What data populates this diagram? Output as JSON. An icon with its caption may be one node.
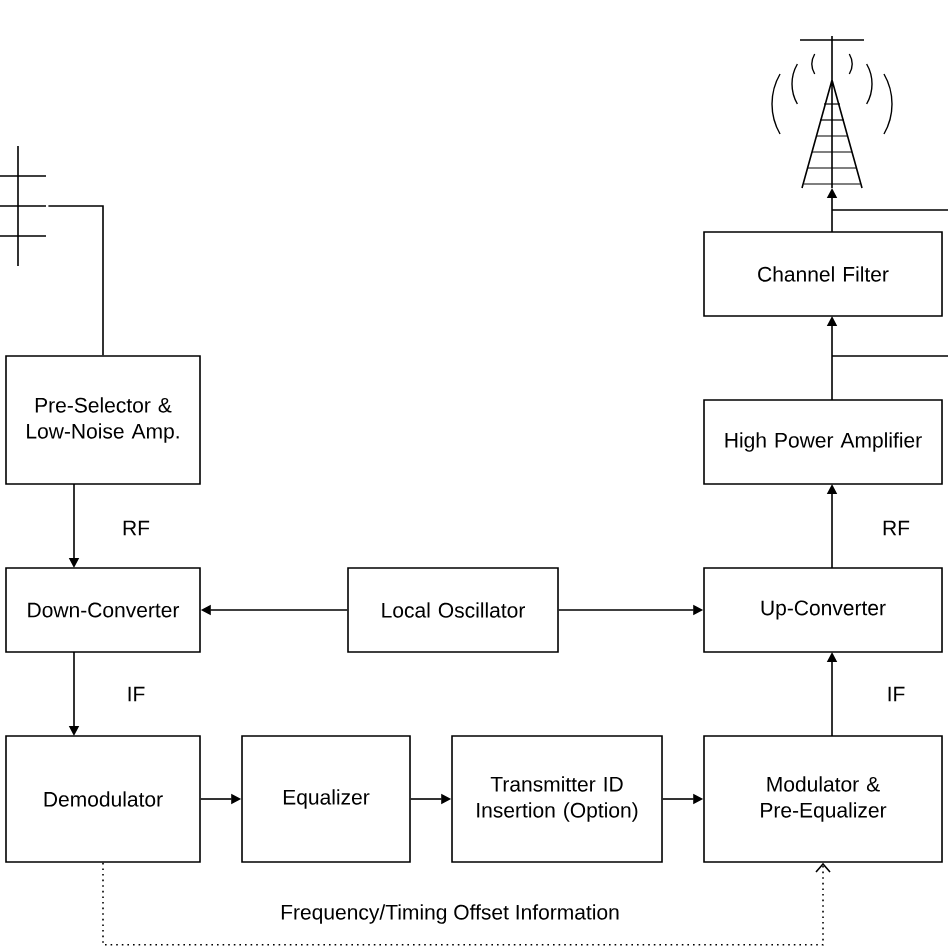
{
  "diagram": {
    "nodes": [
      {
        "text": [],
        "shape": "antenna"
      },
      {
        "text": [
          "Pre-Selector & Low-Noise Amp."
        ]
      },
      {
        "text": [
          "Down-Converter"
        ]
      },
      {
        "text": [
          "Local Oscillator"
        ]
      },
      {
        "text": [
          "Up-Converter"
        ]
      },
      {
        "text": [
          "High Power Amplifier"
        ]
      },
      {
        "text": [
          "Channel Filter"
        ]
      },
      {
        "text": [],
        "shape": "antenna"
      },
      {
        "text": [
          "Demodulator"
        ]
      },
      {
        "text": [
          "Equalizer"
        ]
      },
      {
        "text": [
          "Transmitter ID Insertion (Option)"
        ]
      },
      {
        "text": [
          "Modulator & Pre-Equalizer"
        ]
      }
    ],
    "edges": [
      {
        "from": 0,
        "to": 1,
        "arrow": "none"
      },
      {
        "from": 1,
        "to": 2,
        "arrow": "to",
        "label": "RF"
      },
      {
        "from": 3,
        "to": 2,
        "arrow": "to"
      },
      {
        "from": 3,
        "to": 4,
        "arrow": "to"
      },
      {
        "from": 2,
        "to": 8,
        "arrow": "to",
        "label": "IF"
      },
      {
        "from": 8,
        "to": 9,
        "arrow": "to"
      },
      {
        "from": 9,
        "to": 10,
        "arrow": "to"
      },
      {
        "from": 10,
        "to": 11,
        "arrow": "to"
      },
      {
        "from": 11,
        "to": 4,
        "arrow": "to",
        "label": "IF"
      },
      {
        "from": 4,
        "to": 5,
        "arrow": "to",
        "label": "RF"
      },
      {
        "from": 5,
        "to": 6,
        "arrow": "to"
      },
      {
        "from": 6,
        "to": 7,
        "arrow": "to"
      },
      {
        "from": 8,
        "to": 11,
        "arrow": "to",
        "style": "dashed",
        "label": "Frequency/Timing Offset Information"
      }
    ]
  }
}
